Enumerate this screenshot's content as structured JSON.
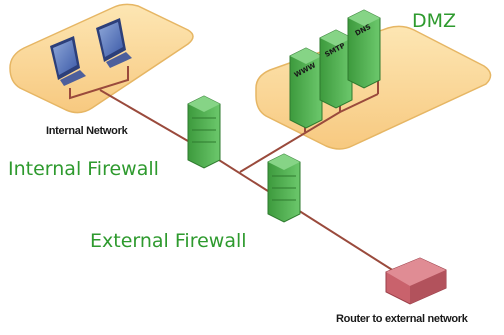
{
  "diagram": {
    "zones": {
      "internal_network": {
        "label": "Internal Network"
      },
      "dmz": {
        "label": "DMZ"
      }
    },
    "servers": {
      "www": {
        "label": "WWW"
      },
      "smtp": {
        "label": "SMTP"
      },
      "dns": {
        "label": "DNS"
      }
    },
    "firewalls": {
      "internal": {
        "label": "Internal Firewall"
      },
      "external": {
        "label": "External Firewall"
      }
    },
    "router": {
      "label": "Router to external network"
    }
  },
  "colors": {
    "zone_fill": "#fbd99a",
    "zone_edge": "#e6b664",
    "link": "#9a4a3c",
    "server": "#4fb04f",
    "label_green": "#2e9a2e",
    "router": "#d0707a"
  }
}
